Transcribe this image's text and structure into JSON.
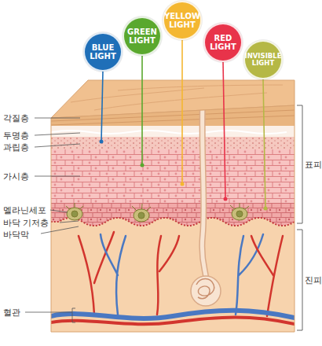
{
  "diagram": {
    "nodes": [
      {
        "text": [
          "BLUE LIGHT"
        ]
      },
      {
        "text": [
          "GREEN LIGHT"
        ]
      },
      {
        "text": [
          "YELLOW LIGHT"
        ]
      },
      {
        "text": [
          "RED LIGHT"
        ]
      },
      {
        "text": [
          "INVISIBLE LIGHT"
        ]
      }
    ],
    "labels": [
      "각질층",
      "투명층",
      "과립층",
      "가시층",
      "멜라닌세포",
      "바닥 기저층",
      "바닥막",
      "혈관",
      "표피",
      "진피"
    ]
  }
}
